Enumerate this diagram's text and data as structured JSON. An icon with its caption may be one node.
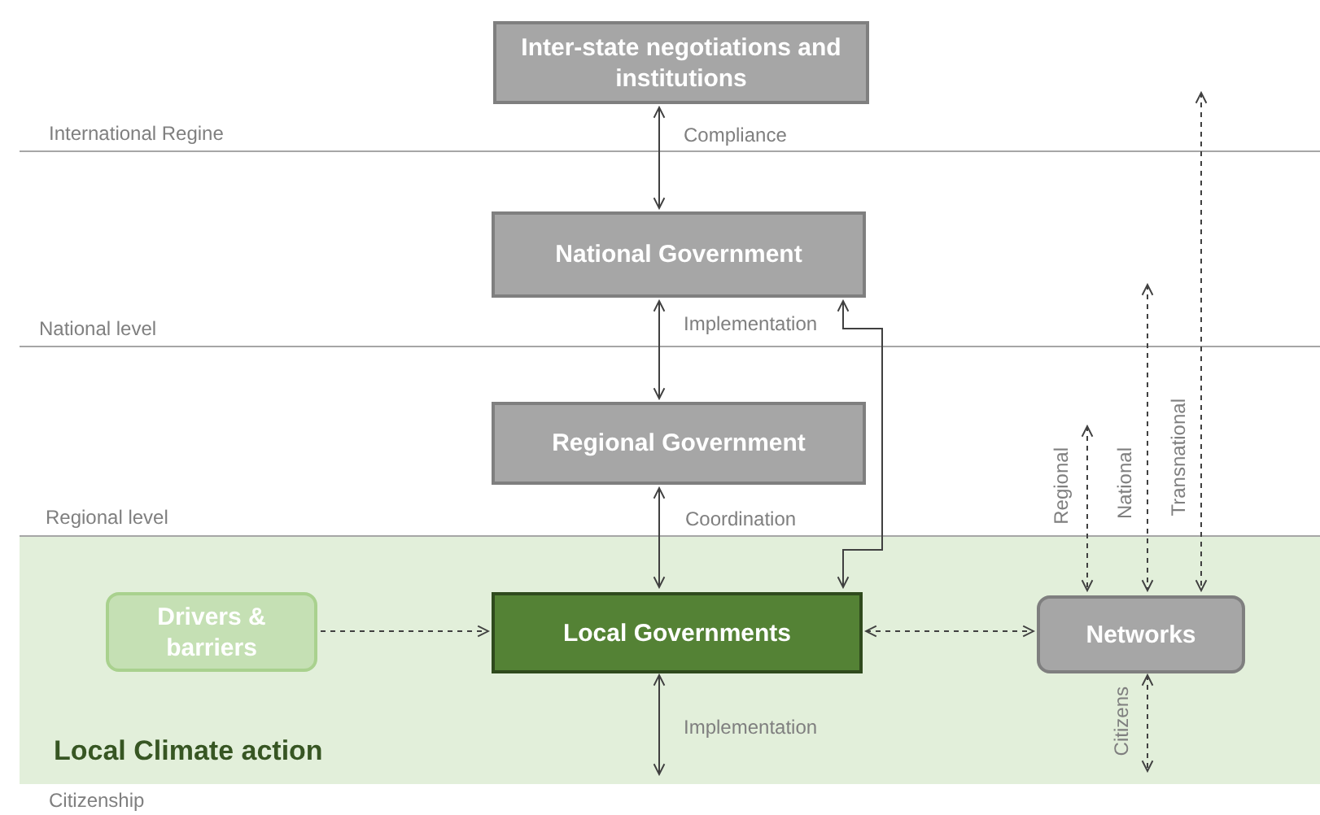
{
  "diagram": {
    "nodes": [
      {
        "text": [
          "Inter-state negotiations and institutions"
        ]
      },
      {
        "text": [
          "National Government"
        ]
      },
      {
        "text": [
          "Regional Government"
        ]
      },
      {
        "text": [
          "Local Climate action"
        ]
      },
      {
        "text": [
          "Drivers & barriers"
        ],
        "in": 3
      },
      {
        "text": [
          "Local Governments"
        ],
        "in": 3
      },
      {
        "text": [
          "Networks"
        ],
        "in": 3
      }
    ],
    "edges": [
      {
        "from": 0,
        "to": 1,
        "arrow": "both",
        "label": "Compliance"
      },
      {
        "from": 1,
        "to": 2,
        "arrow": "both",
        "label": "Implementation"
      },
      {
        "from": 2,
        "to": 5,
        "arrow": "both",
        "label": "Coordination"
      },
      {
        "from": 5,
        "to": 1,
        "arrow": "both"
      },
      {
        "from": 4,
        "to": 5,
        "arrow": "to",
        "style": "dashed"
      },
      {
        "from": 5,
        "to": 6,
        "arrow": "both",
        "style": "dashed"
      },
      {
        "from": null,
        "to": 6,
        "arrow": "both",
        "style": "dashed",
        "label": "Regional"
      },
      {
        "from": null,
        "to": 6,
        "arrow": "both",
        "style": "dashed",
        "label": "National"
      },
      {
        "from": null,
        "to": 6,
        "arrow": "both",
        "style": "dashed",
        "label": "Transnational"
      },
      {
        "from": 6,
        "to": null,
        "arrow": "both",
        "style": "dashed",
        "label": "Citizens"
      },
      {
        "from": 5,
        "to": null,
        "arrow": "both",
        "label": "Implementation"
      }
    ],
    "labels": [
      "International Regine",
      "National level",
      "Regional level",
      "Citizenship"
    ]
  }
}
